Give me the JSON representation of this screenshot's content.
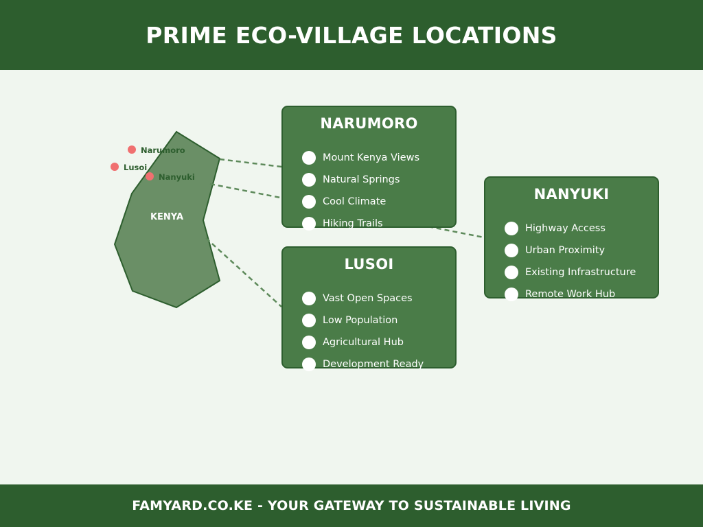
{
  "header": {
    "title": "PRIME ECO-VILLAGE LOCATIONS"
  },
  "map": {
    "region_label": "KENYA",
    "markers": [
      {
        "name": "Narumoro"
      },
      {
        "name": "Lusoi"
      },
      {
        "name": "Nanyuki"
      }
    ]
  },
  "cards": {
    "narumoro": {
      "title": "NARUMORO",
      "features": [
        "Mount Kenya Views",
        "Natural Springs",
        "Cool Climate",
        "Hiking Trails"
      ]
    },
    "lusoi": {
      "title": "LUSOI",
      "features": [
        "Vast Open Spaces",
        "Low Population",
        "Agricultural Hub",
        "Development Ready"
      ]
    },
    "nanyuki": {
      "title": "NANYUKI",
      "features": [
        "Highway Access",
        "Urban Proximity",
        "Existing Infrastructure",
        "Remote Work Hub"
      ]
    }
  },
  "footer": {
    "text": "FAMYARD.CO.KE - YOUR GATEWAY TO SUSTAINABLE LIVING"
  },
  "colors": {
    "header_bg": "#2d5e2e",
    "page_bg": "#f0f6ef",
    "card_bg": "#4a7c48",
    "map_fill": "#6a8f66",
    "marker": "#f07070",
    "connector": "#5e8a5b"
  }
}
